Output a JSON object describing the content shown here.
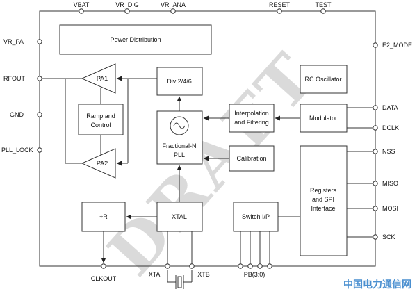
{
  "watermark": "DRAFT",
  "blocks": {
    "power_distribution": "Power Distribution",
    "pa1": "PA1",
    "pa2": "PA2",
    "ramp_control_1": "Ramp and",
    "ramp_control_2": "Control",
    "divider": "Div 2/4/6",
    "rc_oscillator": "RC Oscillator",
    "interp_1": "Interpolation",
    "interp_2": "and Filtering",
    "modulator": "Modulator",
    "pll_1": "Fractional-N",
    "pll_2": "PLL",
    "calibration": "Calibration",
    "registers_1": "Registers",
    "registers_2": "and SPI",
    "registers_3": "Interface",
    "div_r": "÷R",
    "xtal": "XTAL",
    "switch_io": "Switch I/P"
  },
  "pins": {
    "vbat": "VBAT",
    "vr_dig": "VR_DIG",
    "vr_ana": "VR_ANA",
    "reset": "RESET",
    "test": "TEST",
    "vr_pa": "VR_PA",
    "rfout": "RFOUT",
    "gnd": "GND",
    "pll_lock": "PLL_LOCK",
    "e2_mode": "E2_MODE",
    "data": "DATA",
    "dclk": "DCLK",
    "nss": "NSS",
    "miso": "MISO",
    "mosi": "MOSI",
    "sck": "SCK",
    "clkout": "CLKOUT",
    "xta": "XTA",
    "xtb": "XTB",
    "pb": "PB(3:0)"
  },
  "footer": "中国电力通信网"
}
